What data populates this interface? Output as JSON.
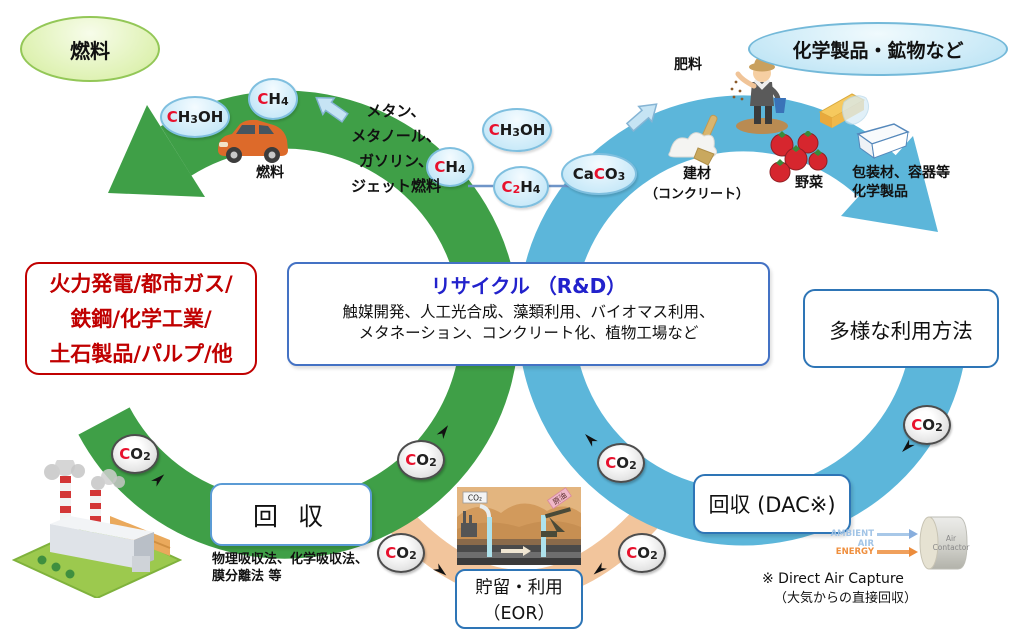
{
  "ellipses": {
    "fuel_label": "燃料",
    "chem_label": "化学製品・鉱物など"
  },
  "green_loop": {
    "fuel_products": [
      "メタン、",
      "メタノール、",
      "ガソリン、",
      "ジェット燃料"
    ],
    "car_caption": "燃料"
  },
  "blue_loop": {
    "fertilizer_label": "肥料",
    "building_label": "建材",
    "building_sub": "（コンクリート）",
    "vegetables_label": "野菜",
    "packaging_line1": "包装材、容器等",
    "packaging_line2": "化学製品"
  },
  "boxes": {
    "emission_sources": [
      "火力発電/都市ガス/",
      "鉄鋼/化学工業/",
      "土石製品/パルプ/他"
    ],
    "recycle_title": "リサイクル （R&D）",
    "recycle_line1": "触媒開発、人工光合成、藻類利用、バイオマス利用、",
    "recycle_line2": "メタネーション、コンクリート化、植物工場など",
    "usage_label": "多様な利用方法",
    "capture_label": "回 収",
    "capture_methods_line1": "物理吸収法、化学吸収法、",
    "capture_methods_line2": "膜分離法 等",
    "storage_line1": "貯留・利用",
    "storage_line2": "（EOR）",
    "dac_label": "回収 (DAC※)",
    "dac_note_line1": "※ Direct Air Capture",
    "dac_note_line2": "（大気からの直接回収）"
  },
  "formulas": {
    "ch3oh": {
      "c": "C",
      "h": "H",
      "sub": "3",
      "rest": "OH"
    },
    "ch4": {
      "c": "C",
      "h": "H",
      "sub": "4"
    },
    "c2h4": {
      "c": "C",
      "csub": "2",
      "h": "H",
      "hsub": "4"
    },
    "caco3": {
      "ca": "Ca",
      "c": "C",
      "o": "O",
      "sub": "3"
    },
    "co2": {
      "c": "C",
      "o": "O",
      "sub": "2"
    }
  },
  "dac_diagram": {
    "ambient_air": "AMBIENT AIR",
    "energy": "ENERGY",
    "contactor_line1": "Air",
    "contactor_line2": "Contactor"
  },
  "eor_diagram": {
    "co2_label": "CO₂",
    "oil_label": "原油"
  },
  "colors": {
    "green_band": "#3f9f47",
    "blue_band": "#5cb6da",
    "orange_band": "#f2c59c",
    "red_accent": "#e8112d",
    "title_blue": "#2222cc"
  }
}
